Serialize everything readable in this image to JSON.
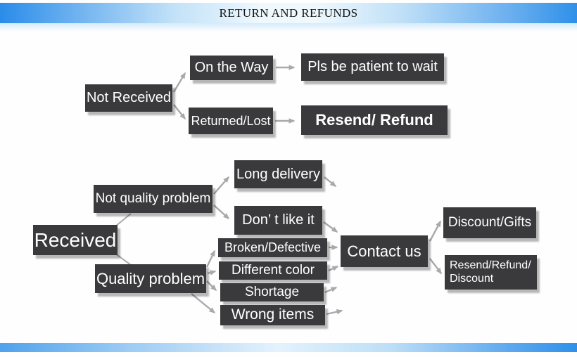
{
  "header": {
    "title": "RETURN AND REFUNDS"
  },
  "colors": {
    "banner_blue": "#2f90e9",
    "banner_light": "#eef8fd",
    "box_fill": "#3a3a3c",
    "box_text": "#ffffff",
    "arrow_gray": "#a9a9a9",
    "title_text": "#141414"
  },
  "flowchart": {
    "nodes": [
      {
        "id": "not-received",
        "label": "Not Received"
      },
      {
        "id": "on-the-way",
        "label": "On the Way"
      },
      {
        "id": "pls-be-patient",
        "label": "Pls be patient to wait"
      },
      {
        "id": "returned-lost",
        "label": "Returned/Lost"
      },
      {
        "id": "resend-refund",
        "label": "Resend/ Refund"
      },
      {
        "id": "not-quality-problem",
        "label": "Not quality problem"
      },
      {
        "id": "received",
        "label": "Received"
      },
      {
        "id": "quality-problem",
        "label": "Quality problem"
      },
      {
        "id": "long-delivery",
        "label": "Long delivery"
      },
      {
        "id": "dont-like-it",
        "label": "Don’ t like it"
      },
      {
        "id": "broken-defective",
        "label": "Broken/Defective"
      },
      {
        "id": "different-color",
        "label": "Different color"
      },
      {
        "id": "shortage",
        "label": "Shortage"
      },
      {
        "id": "wrong-items",
        "label": "Wrong items"
      },
      {
        "id": "contact-us",
        "label": "Contact us"
      },
      {
        "id": "discount-gifts",
        "label": "Discount/Gifts"
      },
      {
        "id": "resend-refund-discount",
        "label": "Resend/Refund/",
        "label2": "Discount"
      }
    ]
  }
}
